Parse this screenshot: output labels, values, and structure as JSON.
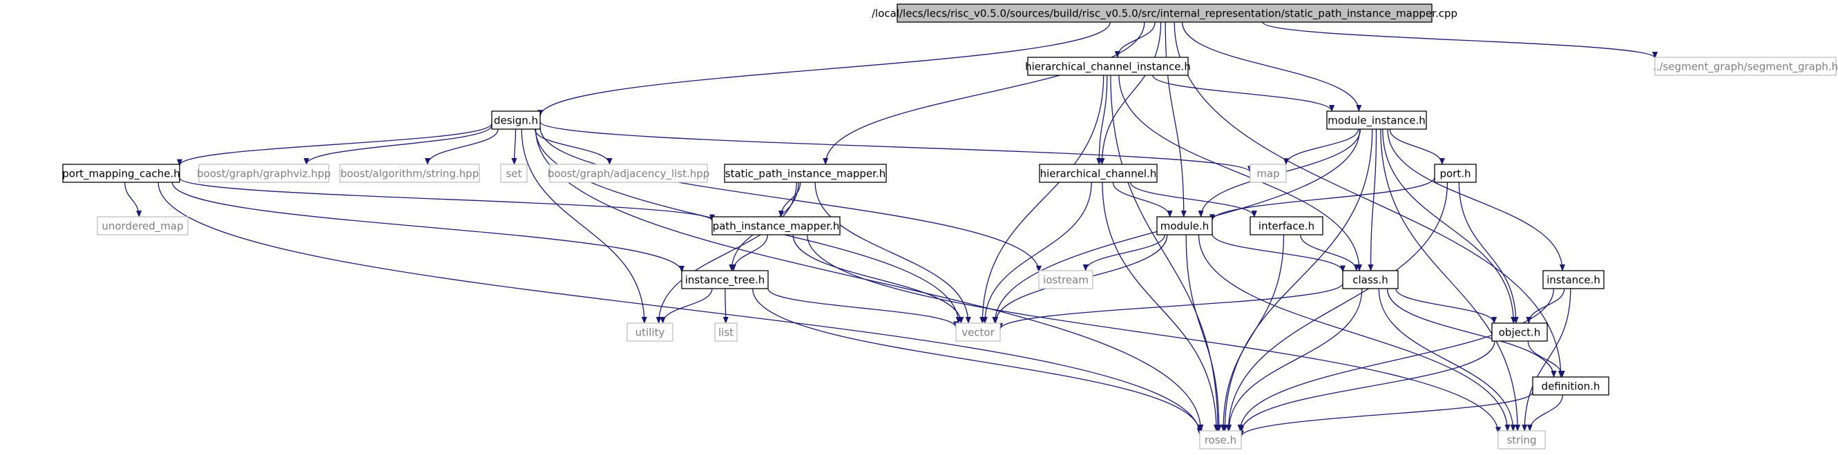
{
  "colors": {
    "edge": "#191970",
    "root_fill": "#bfbfbf",
    "local_border": "#000000",
    "system_border": "#bfbfbf",
    "local_text": "#000000",
    "system_text": "#7f7f7f"
  },
  "nodes": [
    {
      "id": "root",
      "label": "/local/lecs/lecs/risc_v0.5.0/sources/build/risc_v0.5.0/src/internal_representation/static_path_instance_mapper.cpp",
      "kind": "root"
    },
    {
      "id": "segment_graph",
      "label": "../segment_graph/segment_graph.h",
      "kind": "system"
    },
    {
      "id": "hier_chan_inst",
      "label": "hierarchical_channel_instance.h",
      "kind": "local"
    },
    {
      "id": "design",
      "label": "design.h",
      "kind": "local"
    },
    {
      "id": "module_instance",
      "label": "module_instance.h",
      "kind": "local"
    },
    {
      "id": "port_mapping_cache",
      "label": "port_mapping_cache.h",
      "kind": "local"
    },
    {
      "id": "boost_graphviz",
      "label": "boost/graph/graphviz.hpp",
      "kind": "system"
    },
    {
      "id": "boost_string",
      "label": "boost/algorithm/string.hpp",
      "kind": "system"
    },
    {
      "id": "set",
      "label": "set",
      "kind": "system"
    },
    {
      "id": "boost_adj",
      "label": "boost/graph/adjacency_list.hpp",
      "kind": "system"
    },
    {
      "id": "static_pim",
      "label": "static_path_instance_mapper.h",
      "kind": "local"
    },
    {
      "id": "map",
      "label": "map",
      "kind": "system"
    },
    {
      "id": "hier_chan",
      "label": "hierarchical_channel.h",
      "kind": "local"
    },
    {
      "id": "port",
      "label": "port.h",
      "kind": "local"
    },
    {
      "id": "unordered_map",
      "label": "unordered_map",
      "kind": "system"
    },
    {
      "id": "pim",
      "label": "path_instance_mapper.h",
      "kind": "local"
    },
    {
      "id": "module",
      "label": "module.h",
      "kind": "local"
    },
    {
      "id": "interface",
      "label": "interface.h",
      "kind": "local"
    },
    {
      "id": "instance_tree",
      "label": "instance_tree.h",
      "kind": "local"
    },
    {
      "id": "iostream",
      "label": "iostream",
      "kind": "system"
    },
    {
      "id": "class",
      "label": "class.h",
      "kind": "local"
    },
    {
      "id": "instance",
      "label": "instance.h",
      "kind": "local"
    },
    {
      "id": "utility",
      "label": "utility",
      "kind": "system"
    },
    {
      "id": "list",
      "label": "list",
      "kind": "system"
    },
    {
      "id": "vector",
      "label": "vector",
      "kind": "system"
    },
    {
      "id": "object",
      "label": "object.h",
      "kind": "local"
    },
    {
      "id": "definition",
      "label": "definition.h",
      "kind": "local"
    },
    {
      "id": "rose",
      "label": "rose.h",
      "kind": "system"
    },
    {
      "id": "string",
      "label": "string",
      "kind": "system"
    }
  ],
  "edges": [
    [
      "root",
      "segment_graph"
    ],
    [
      "root",
      "hier_chan_inst"
    ],
    [
      "root",
      "design"
    ],
    [
      "root",
      "module_instance"
    ],
    [
      "root",
      "static_pim"
    ],
    [
      "root",
      "hier_chan"
    ],
    [
      "root",
      "module"
    ],
    [
      "root",
      "definition"
    ],
    [
      "hier_chan_inst",
      "module_instance"
    ],
    [
      "hier_chan_inst",
      "hier_chan"
    ],
    [
      "hier_chan_inst",
      "class"
    ],
    [
      "hier_chan_inst",
      "vector"
    ],
    [
      "hier_chan_inst",
      "rose"
    ],
    [
      "design",
      "port_mapping_cache"
    ],
    [
      "design",
      "boost_graphviz"
    ],
    [
      "design",
      "boost_string"
    ],
    [
      "design",
      "set"
    ],
    [
      "design",
      "boost_adj"
    ],
    [
      "design",
      "map"
    ],
    [
      "design",
      "iostream"
    ],
    [
      "design",
      "utility"
    ],
    [
      "design",
      "vector"
    ],
    [
      "design",
      "rose"
    ],
    [
      "module_instance",
      "map"
    ],
    [
      "module_instance",
      "port"
    ],
    [
      "module_instance",
      "module"
    ],
    [
      "module_instance",
      "class"
    ],
    [
      "module_instance",
      "object"
    ],
    [
      "module_instance",
      "instance"
    ],
    [
      "module_instance",
      "vector"
    ],
    [
      "module_instance",
      "rose"
    ],
    [
      "module_instance",
      "string"
    ],
    [
      "port_mapping_cache",
      "unordered_map"
    ],
    [
      "port_mapping_cache",
      "pim"
    ],
    [
      "port_mapping_cache",
      "instance_tree"
    ],
    [
      "port_mapping_cache",
      "rose"
    ],
    [
      "static_pim",
      "pim"
    ],
    [
      "static_pim",
      "instance_tree"
    ],
    [
      "static_pim",
      "utility"
    ],
    [
      "static_pim",
      "vector"
    ],
    [
      "hier_chan",
      "module"
    ],
    [
      "hier_chan",
      "interface"
    ],
    [
      "hier_chan",
      "vector"
    ],
    [
      "hier_chan",
      "rose"
    ],
    [
      "port",
      "module"
    ],
    [
      "port",
      "object"
    ],
    [
      "port",
      "rose"
    ],
    [
      "pim",
      "instance_tree"
    ],
    [
      "pim",
      "vector"
    ],
    [
      "pim",
      "string"
    ],
    [
      "module",
      "iostream"
    ],
    [
      "module",
      "class"
    ],
    [
      "module",
      "vector"
    ],
    [
      "module",
      "rose"
    ],
    [
      "module",
      "string"
    ],
    [
      "interface",
      "class"
    ],
    [
      "interface",
      "rose"
    ],
    [
      "instance_tree",
      "utility"
    ],
    [
      "instance_tree",
      "list"
    ],
    [
      "instance_tree",
      "vector"
    ],
    [
      "instance_tree",
      "rose"
    ],
    [
      "class",
      "vector"
    ],
    [
      "class",
      "object"
    ],
    [
      "class",
      "definition"
    ],
    [
      "class",
      "rose"
    ],
    [
      "class",
      "string"
    ],
    [
      "instance",
      "object"
    ],
    [
      "instance",
      "rose"
    ],
    [
      "instance",
      "string"
    ],
    [
      "object",
      "definition"
    ],
    [
      "object",
      "rose"
    ],
    [
      "definition",
      "rose"
    ],
    [
      "definition",
      "string"
    ]
  ]
}
